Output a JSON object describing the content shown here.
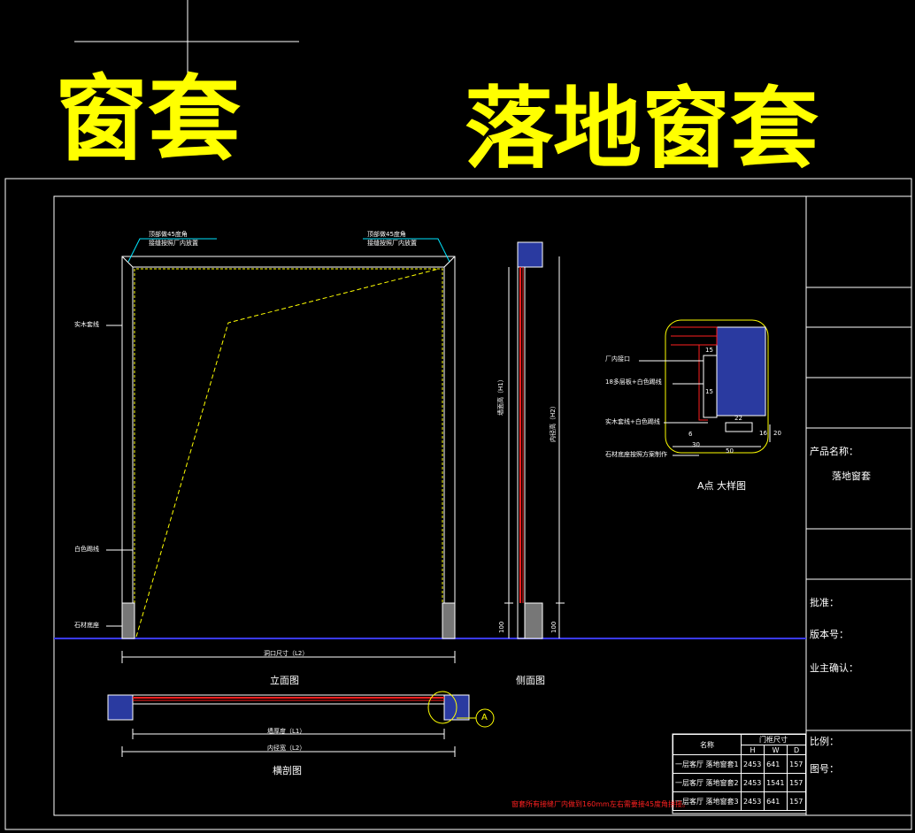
{
  "titles": {
    "left": "窗套",
    "right": "落地窗套"
  },
  "elevation": {
    "top_note_left": [
      "顶部做45度角",
      "接缝按照厂内放置"
    ],
    "top_note_right": [
      "顶部做45度角",
      "接缝按照厂内放置"
    ],
    "label_solid_wood": "实木套线",
    "label_white_line": "白色踢线",
    "label_stone": "石材底座",
    "dim_opening": "洞口尺寸（L2）",
    "caption": "立面图"
  },
  "side": {
    "dim_height1": "墙面高（H1）",
    "dim_height2": "内径高（H2）",
    "dim_base": "100",
    "caption": "侧面图"
  },
  "plan": {
    "dim_inner": "墙厚度（L1）",
    "dim_width": "内径宽（L2）",
    "caption": "横剖图",
    "marker": "A"
  },
  "detail": {
    "labels": [
      "厂内接口",
      "18多层板+白色踢线",
      "实木套线+白色踢线",
      "石材底座按照方案制作"
    ],
    "dims": [
      "15",
      "15",
      "6",
      "22",
      "16",
      "20",
      "30",
      "50"
    ],
    "caption": "A点 大样图"
  },
  "title_block": {
    "product_label": "产品名称：",
    "product_value": "落地窗套",
    "approve": "批准：",
    "version": "版本号：",
    "owner": "业主确认：",
    "scale": "比例：",
    "drawing_no": "图号："
  },
  "table": {
    "header_name": "名称",
    "header_size": "门框尺寸",
    "sub_headers": [
      "H",
      "W",
      "D"
    ],
    "rows": [
      {
        "name": "一层客厅 落地窗套1",
        "h": "2453",
        "w": "641",
        "d": "157"
      },
      {
        "name": "一层客厅 落地窗套2",
        "h": "2453",
        "w": "1541",
        "d": "157"
      },
      {
        "name": "一层客厅 落地窗套3",
        "h": "2453",
        "w": "641",
        "d": "157"
      }
    ]
  },
  "footer_note": "窗套所有接缝厂内做到160mm左右需要接45度角拼接。"
}
